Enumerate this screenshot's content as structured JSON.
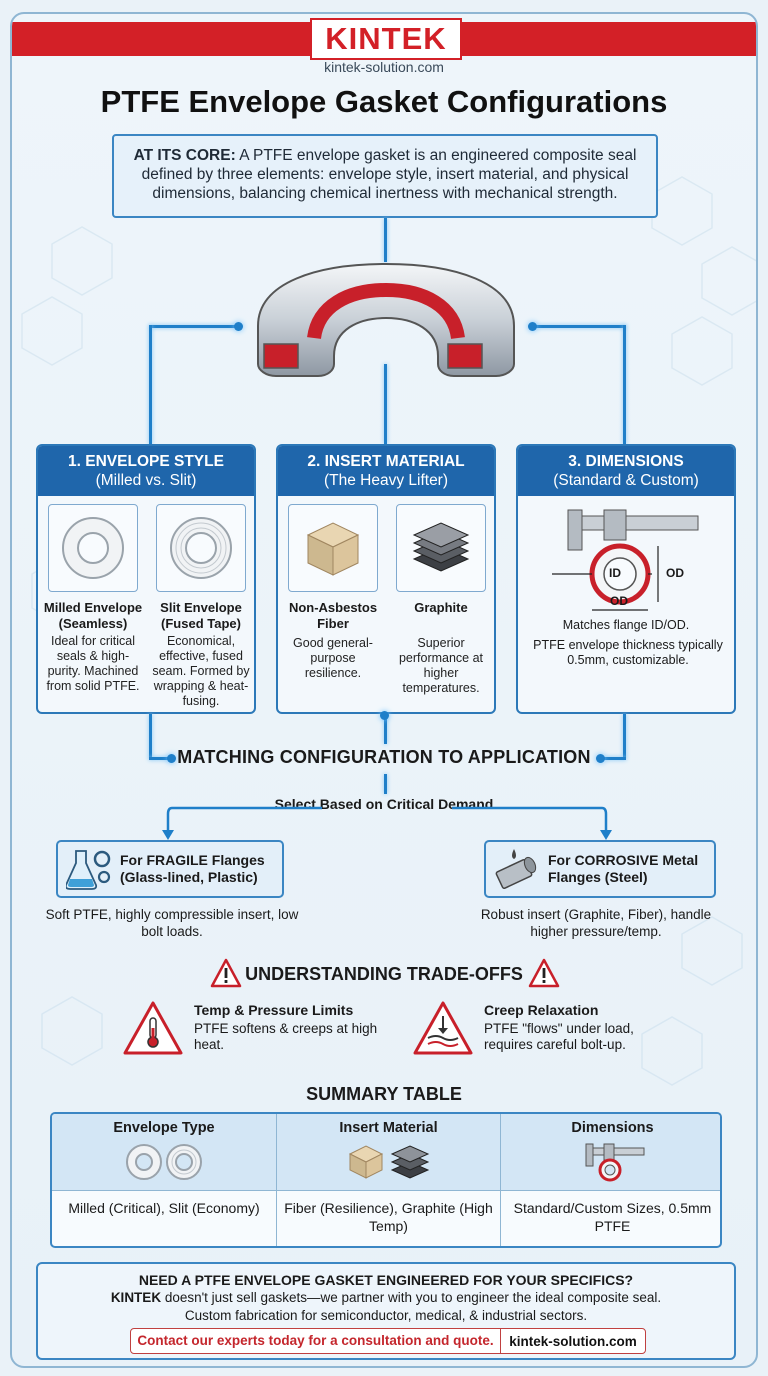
{
  "brand": {
    "name": "KINTEK",
    "site": "kintek-solution.com",
    "red": "#d32027",
    "blue": "#1f66ab"
  },
  "title": "PTFE Envelope Gasket Configurations",
  "core": {
    "lead": "AT ITS CORE:",
    "text": " A PTFE envelope gasket is an engineered composite seal defined by three elements: envelope style, insert material, and physical dimensions, balancing chemical inertness with mechanical strength."
  },
  "panels": [
    {
      "title": "1. ENVELOPE STYLE",
      "subtitle": "(Milled vs. Slit)",
      "items": [
        {
          "label": "Milled Envelope (Seamless)",
          "desc": "Ideal for critical seals & high-purity. Machined from solid PTFE.",
          "icon": "milled-ring-icon"
        },
        {
          "label": "Slit Envelope (Fused Tape)",
          "desc": "Economical, effective, fused seam. Formed by wrapping & heat-fusing.",
          "icon": "slit-ring-icon"
        }
      ]
    },
    {
      "title": "2. INSERT MATERIAL",
      "subtitle": "(The Heavy Lifter)",
      "items": [
        {
          "label": "Non-Asbestos Fiber",
          "desc": "Good general-purpose resilience.",
          "icon": "fiber-block-icon"
        },
        {
          "label": "Graphite",
          "desc": "Superior performance at higher temperatures.",
          "icon": "graphite-stack-icon"
        }
      ]
    },
    {
      "title": "3. DIMENSIONS",
      "subtitle": "(Standard & Custom)",
      "caliper_labels": {
        "id": "ID",
        "od_side": "OD",
        "od_bottom": "OD"
      },
      "desc1": "Matches flange ID/OD.",
      "desc2": "PTFE envelope thickness typically 0.5mm, customizable."
    }
  ],
  "matching": {
    "title": "MATCHING CONFIGURATION TO APPLICATION",
    "select": "Select Based on Critical Demand",
    "fragile": {
      "title": "For FRAGILE Flanges (Glass-lined, Plastic)",
      "desc": "Soft PTFE, highly compressible insert, low bolt loads."
    },
    "corrosive": {
      "title": "For CORROSIVE Metal Flanges (Steel)",
      "desc": "Robust insert (Graphite, Fiber), handle higher pressure/temp."
    }
  },
  "tradeoffs": {
    "title": "UNDERSTANDING TRADE-OFFS",
    "items": [
      {
        "title": "Temp & Pressure Limits",
        "desc": "PTFE softens & creeps at high heat."
      },
      {
        "title": "Creep Relaxation",
        "desc": "PTFE \"flows\" under load, requires careful bolt-up."
      }
    ]
  },
  "summary": {
    "title": "SUMMARY TABLE",
    "columns": [
      {
        "header": "Envelope Type",
        "value": "Milled (Critical), Slit (Economy)"
      },
      {
        "header": "Insert Material",
        "value": "Fiber (Resilience), Graphite (High Temp)"
      },
      {
        "header": "Dimensions",
        "value": "Standard/Custom Sizes, 0.5mm PTFE"
      }
    ]
  },
  "cta": {
    "question": "NEED A PTFE ENVELOPE GASKET ENGINEERED FOR YOUR SPECIFICS?",
    "brand": "KINTEK",
    "line1": " doesn't just sell gaskets—we partner with you to engineer the ideal composite seal.",
    "line2": "Custom fabrication for semiconductor, medical, & industrial sectors.",
    "contact": "Contact our experts today for a consultation and quote.",
    "site": "kintek-solution.com"
  }
}
